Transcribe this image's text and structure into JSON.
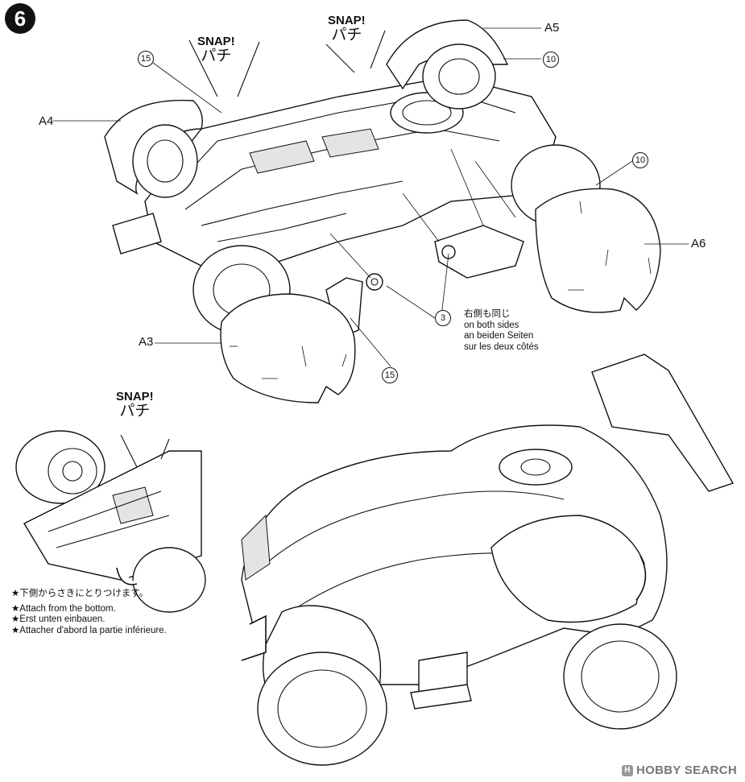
{
  "step": {
    "number": "6"
  },
  "snap_labels": [
    {
      "en": "SNAP!",
      "jp": "パチ"
    },
    {
      "en": "SNAP!",
      "jp": "パチ"
    },
    {
      "en": "SNAP!",
      "jp": "パチ"
    }
  ],
  "parts": {
    "a3": "A3",
    "a4": "A4",
    "a5": "A5",
    "a6": "A6"
  },
  "callouts": {
    "c10a": "10",
    "c10b": "10",
    "c15a": "15",
    "c15b": "15",
    "c3": "3"
  },
  "both_sides_note": {
    "jp": "右側も同じ",
    "en": "on both sides",
    "de": "an beiden Seiten",
    "fr": "sur les deux côtés"
  },
  "bottom_note": {
    "jp": "★下側からさきにとりつけます。",
    "en": "★Attach from the bottom.",
    "de": "★Erst unten einbauen.",
    "fr": "★Attacher d'abord la partie inférieure."
  },
  "watermark": {
    "logo": "H",
    "text": "HOBBY SEARCH"
  }
}
